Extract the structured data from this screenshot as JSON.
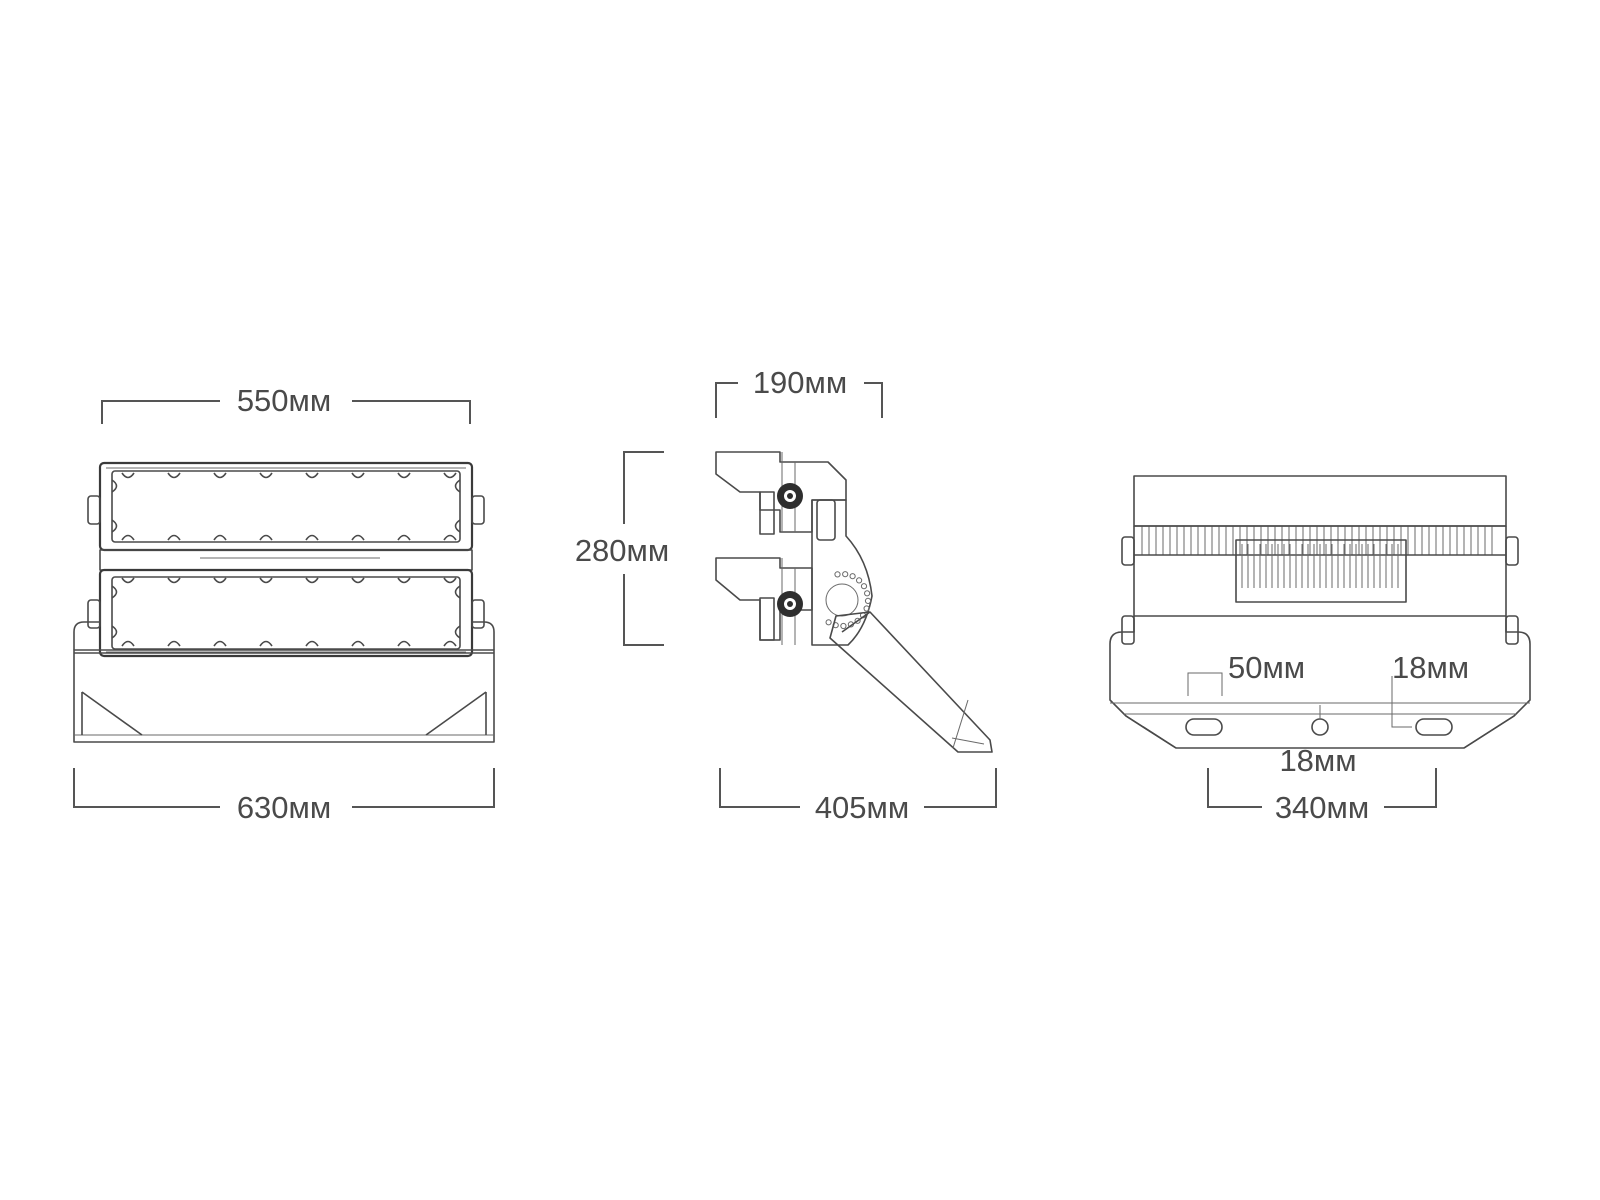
{
  "views": {
    "front": {
      "top_width": "550мм",
      "bottom_width": "630мм"
    },
    "side": {
      "top_width": "190мм",
      "height": "280мм",
      "bottom_width": "405мм"
    },
    "back": {
      "slot_width": "50мм",
      "slot_offset": "18мм",
      "center_offset": "18мм",
      "mount_width": "340мм"
    }
  }
}
